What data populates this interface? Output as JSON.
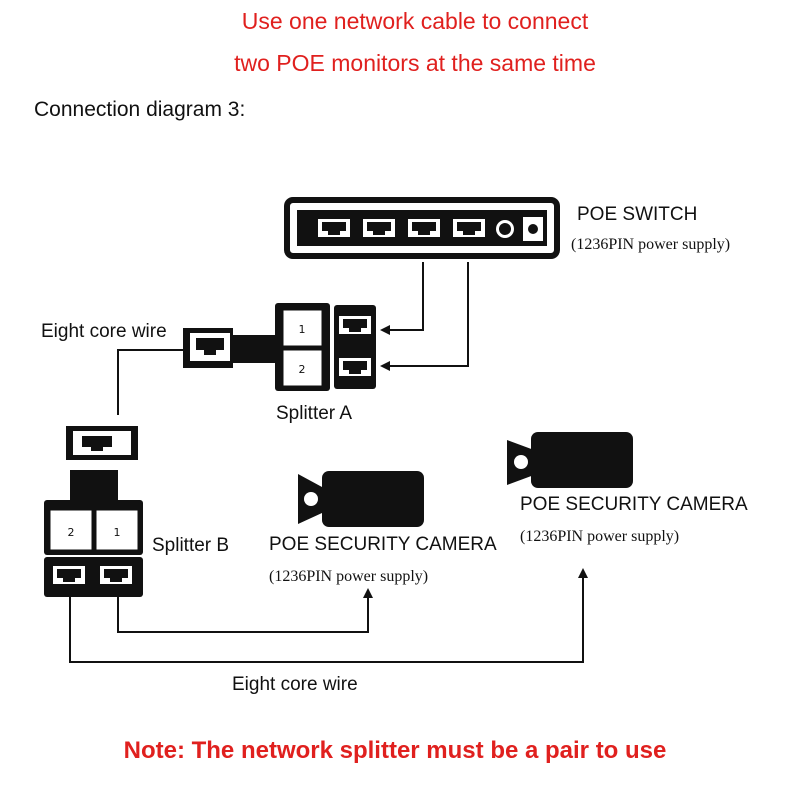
{
  "header": {
    "title_line1": "Use one network cable to connect",
    "title_line2": "two POE monitors at the same time",
    "subtitle": "Connection diagram 3:"
  },
  "labels": {
    "poe_switch": "POE SWITCH",
    "switch_power": "(1236PIN power supply)",
    "eight_core_wire_top": "Eight core wire",
    "splitter_a": "Splitter A",
    "splitter_b": "Splitter B",
    "camera1_name": "POE SECURITY CAMERA",
    "camera1_power": "(1236PIN power supply)",
    "camera2_name": "POE SECURITY CAMERA",
    "camera2_power": "(1236PIN power supply)",
    "eight_core_wire_bottom": "Eight core wire"
  },
  "note": "Note: The network splitter must be a pair to use",
  "colors": {
    "accent_red": "#e0201e",
    "device_black": "#111111"
  }
}
